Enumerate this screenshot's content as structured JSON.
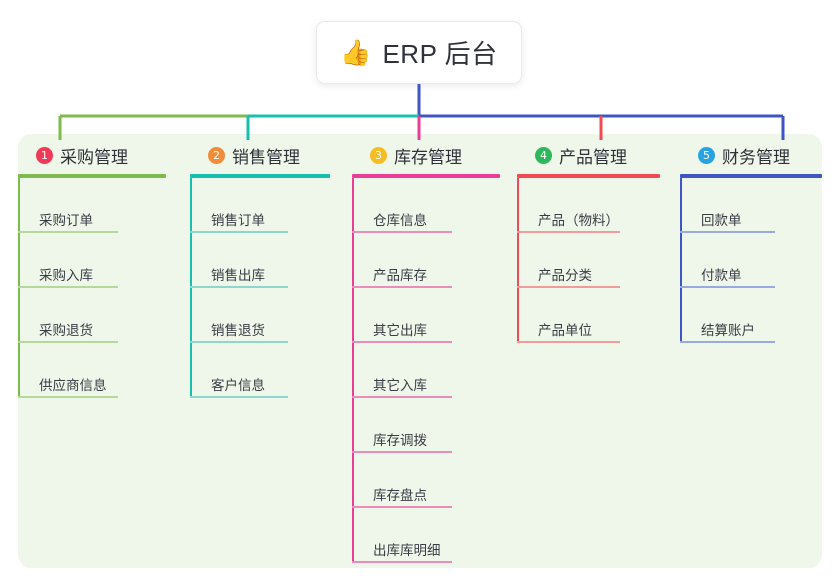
{
  "root": {
    "emoji": "👍",
    "emoji_name": "thumbs-up-icon",
    "title": "ERP 后台"
  },
  "panel": {
    "background_color": "#eef7ea"
  },
  "branches": [
    {
      "number": "1",
      "label": "采购管理",
      "badge_color": "#ef3b57",
      "line_color": "#7fba4c",
      "leaf_line_color": "#b4d99a",
      "connector_color": "#7fba4c",
      "leaves": [
        "采购订单",
        "采购入库",
        "采购退货",
        "供应商信息"
      ]
    },
    {
      "number": "2",
      "label": "销售管理",
      "badge_color": "#f08c3a",
      "line_color": "#17bfae",
      "leaf_line_color": "#8fd6cd",
      "connector_color": "#17bfae",
      "leaves": [
        "销售订单",
        "销售出库",
        "销售退货",
        "客户信息"
      ]
    },
    {
      "number": "3",
      "label": "库存管理",
      "badge_color": "#f5bc24",
      "line_color": "#ec3d96",
      "leaf_line_color": "#eb8dbb",
      "connector_color": "#ec3d96",
      "leaves": [
        "仓库信息",
        "产品库存",
        "其它出库",
        "其它入库",
        "库存调拨",
        "库存盘点",
        "出库库明细"
      ]
    },
    {
      "number": "4",
      "label": "产品管理",
      "badge_color": "#2eb85c",
      "line_color": "#f04b55",
      "leaf_line_color": "#f29b9b",
      "connector_color": "#f04b55",
      "leaves": [
        "产品（物料）",
        "产品分类",
        "产品单位"
      ]
    },
    {
      "number": "5",
      "label": "财务管理",
      "badge_color": "#29a3e0",
      "line_color": "#4055c4",
      "leaf_line_color": "#9aaade",
      "connector_color": "#4055c4",
      "leaves": [
        "回款单",
        "付款单",
        "结算账户"
      ]
    }
  ],
  "connector_bar": {
    "stem_color": "#4055c4",
    "segments": [
      {
        "color": "#7fba4c",
        "from": 60,
        "to": 248
      },
      {
        "color": "#17bfae",
        "from": 248,
        "to": 419
      },
      {
        "color": "#4055c4",
        "from": 419,
        "to": 783
      }
    ]
  }
}
